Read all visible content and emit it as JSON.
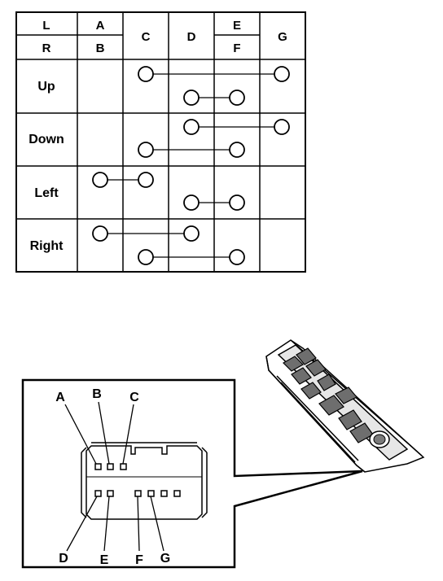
{
  "table": {
    "header": {
      "top": [
        "L",
        "A",
        "E"
      ],
      "bottom": [
        "R",
        "B",
        "F"
      ],
      "merged": [
        "C",
        "D",
        "G"
      ]
    },
    "rows": [
      "Up",
      "Down",
      "Left",
      "Right"
    ]
  },
  "connector": {
    "pin_labels": [
      "A",
      "B",
      "C",
      "D",
      "E",
      "F",
      "G"
    ]
  }
}
